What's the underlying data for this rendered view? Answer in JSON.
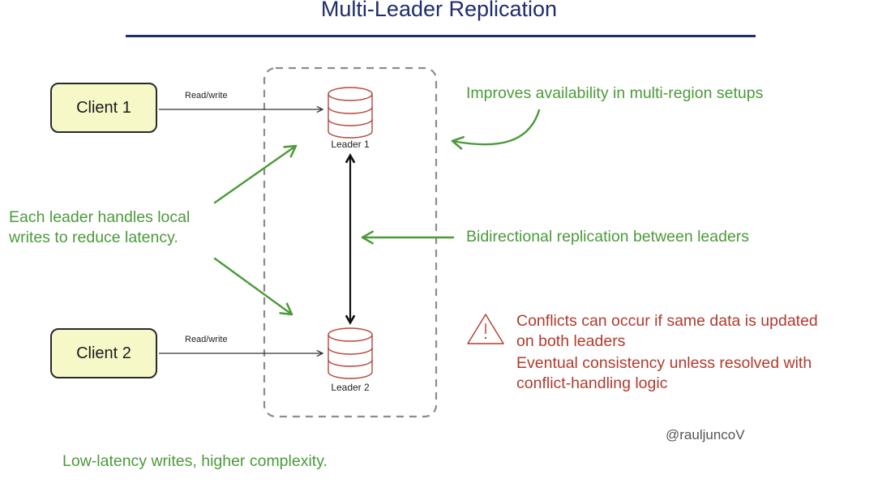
{
  "title": "Multi-Leader Replication",
  "clients": {
    "client1": "Client 1",
    "client2": "Client 2"
  },
  "edges": {
    "rw1": "Read/write",
    "rw2": "Read/write"
  },
  "leaders": {
    "leader1": "Leader 1",
    "leader2": "Leader 2"
  },
  "notes": {
    "availability": "Improves availability in multi-region setups",
    "local_writes_line1": "Each leader handles local",
    "local_writes_line2": "writes to reduce latency.",
    "bidirectional": "Bidirectional replication between leaders",
    "conflicts_line1": "Conflicts can occur if same data is updated",
    "conflicts_line2": "on both leaders",
    "consistency_line1": "Eventual consistency unless resolved with",
    "consistency_line2": "conflict-handling logic",
    "summary": "Low-latency writes, higher complexity.",
    "credit": "@rauljuncoV"
  },
  "colors": {
    "title": "#1f2d6b",
    "green": "#4c9a3a",
    "red": "#b23a2e",
    "client_fill": "#f6f8c8",
    "db_stroke": "#b5473b"
  },
  "icons": {
    "database": "database-icon",
    "warning": "warning-icon"
  }
}
